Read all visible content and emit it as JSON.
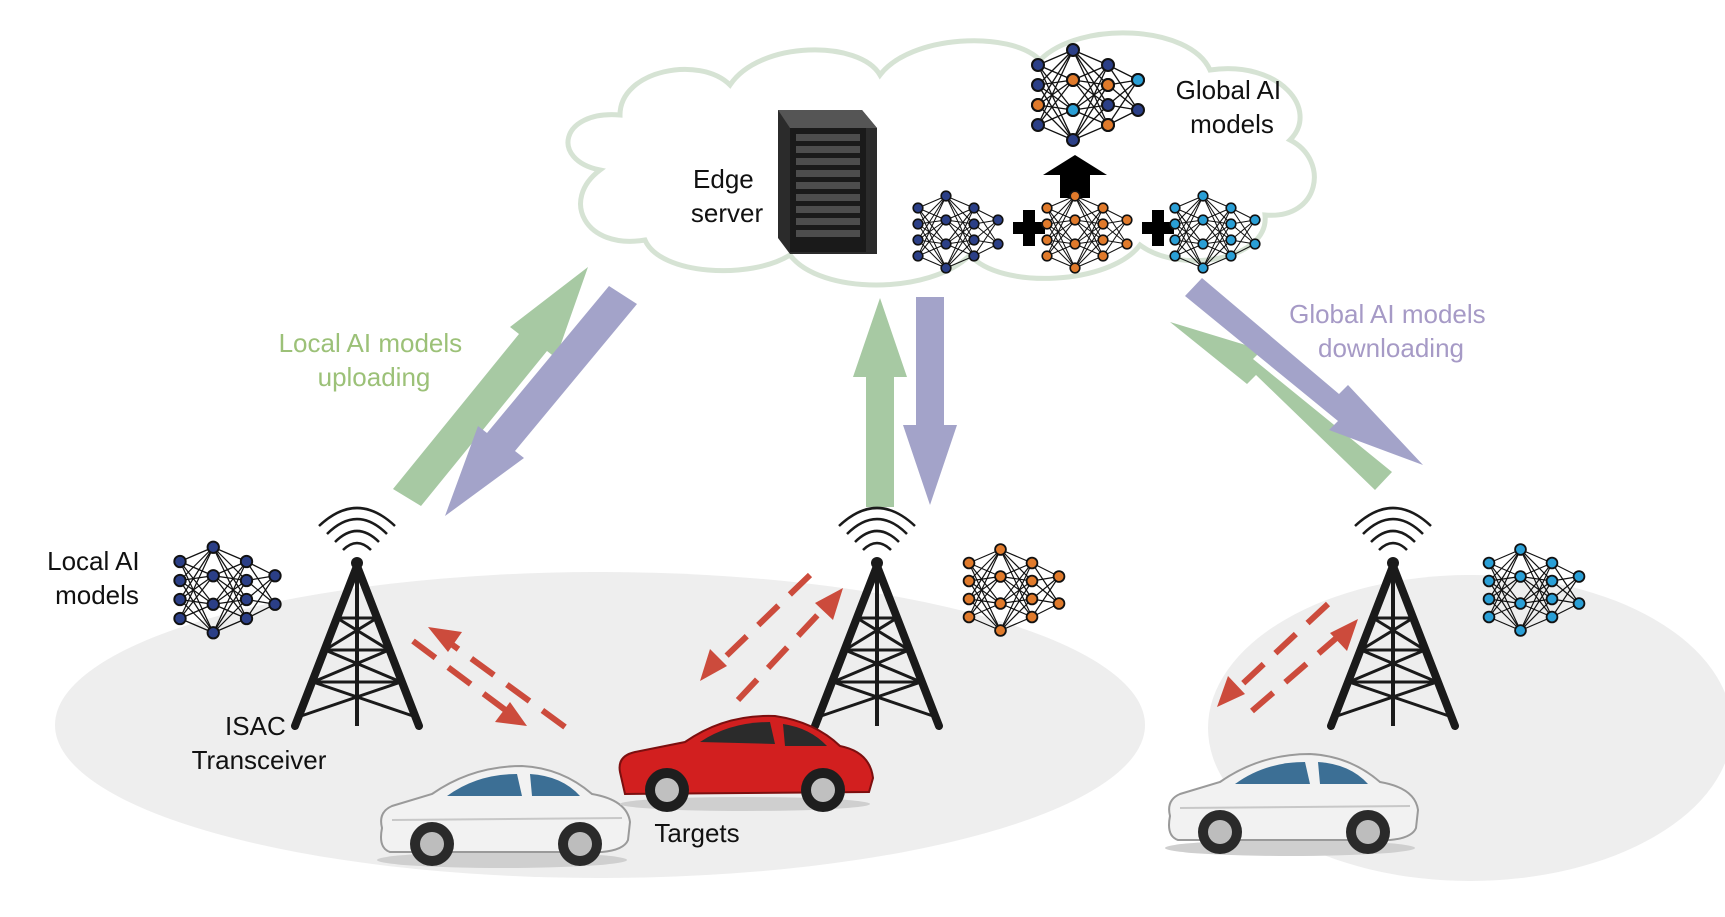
{
  "labels": {
    "edge_server_line1": "Edge",
    "edge_server_line2": "server",
    "global_models_line1": "Global AI",
    "global_models_line2": "models",
    "uploading_line1": "Local AI models",
    "uploading_line2": "uploading",
    "downloading_line1": "Global AI models",
    "downloading_line2": "downloading",
    "local_models_line1": "Local AI",
    "local_models_line2": "models",
    "isac_line1": "ISAC",
    "isac_line2": "Transceiver",
    "targets": "Targets"
  },
  "colors": {
    "upload_arrow": "#a7c9a3",
    "download_arrow": "#a3a3c9",
    "upload_text": "#9cc178",
    "download_text": "#a69ac6",
    "cloud_outline": "#d6e3d4",
    "ground": "#eeeeee",
    "sensing_arrow": "#cc4b3c",
    "tower": "#1a1a1a",
    "node_blue": "#2b3f87",
    "node_orange": "#e07a2b",
    "node_cyan": "#2a9fd6",
    "car_red": "#d21f1f",
    "car_white": "#f2f2f2"
  },
  "icons": [
    "edge-server-icon",
    "neural-network-icon",
    "plus-icon",
    "up-arrow-icon",
    "base-station-tower-icon",
    "car-icon"
  ]
}
